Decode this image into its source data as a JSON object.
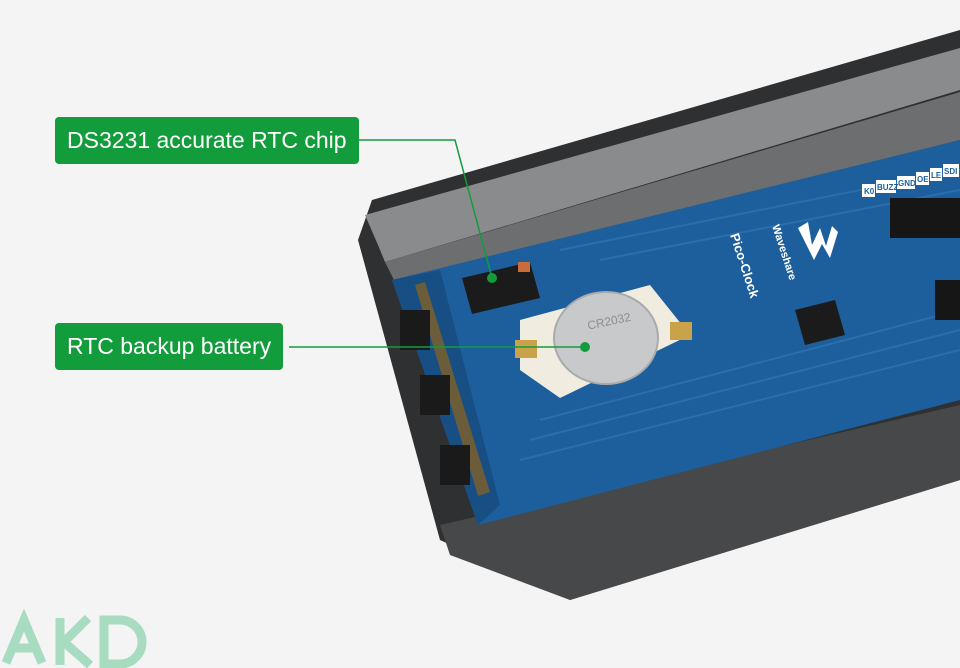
{
  "callouts": [
    {
      "label": "DS3231 accurate RTC chip"
    },
    {
      "label": "RTC backup battery"
    }
  ],
  "board": {
    "brand": "Waveshare",
    "model": "Pico-Clock",
    "battery_marking": "CR2032",
    "pin_labels": [
      "K0",
      "BUZZ",
      "GND",
      "OE",
      "LE",
      "SDI"
    ]
  },
  "watermark": {
    "text": "AKD"
  },
  "colors": {
    "callout": "#139c3c",
    "board": "#1d5f9c",
    "case": "#3a3b3d",
    "background": "#f4f4f4",
    "watermark": "#a8dcc0"
  }
}
